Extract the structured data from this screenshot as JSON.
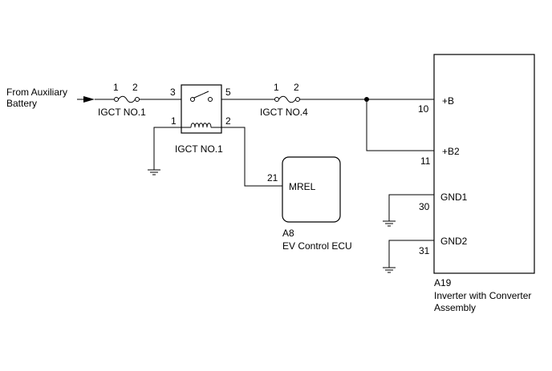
{
  "source": {
    "line1": "From Auxiliary",
    "line2": "Battery"
  },
  "fuse1": {
    "label": "IGCT NO.1",
    "pin_a": "1",
    "pin_b": "2"
  },
  "relay": {
    "label": "IGCT NO.1",
    "pin_3": "3",
    "pin_5": "5",
    "pin_1": "1",
    "pin_2": "2"
  },
  "fuse2": {
    "label": "IGCT NO.4",
    "pin_a": "1",
    "pin_b": "2"
  },
  "ecu": {
    "pin": "21",
    "terminal": "MREL",
    "connector": "A8",
    "name": "EV Control ECU"
  },
  "inverter": {
    "connector": "A19",
    "name_line1": "Inverter with Converter",
    "name_line2": "Assembly",
    "terminals": [
      {
        "pin": "10",
        "label": "+B"
      },
      {
        "pin": "11",
        "label": "+B2"
      },
      {
        "pin": "30",
        "label": "GND1"
      },
      {
        "pin": "31",
        "label": "GND2"
      }
    ]
  }
}
